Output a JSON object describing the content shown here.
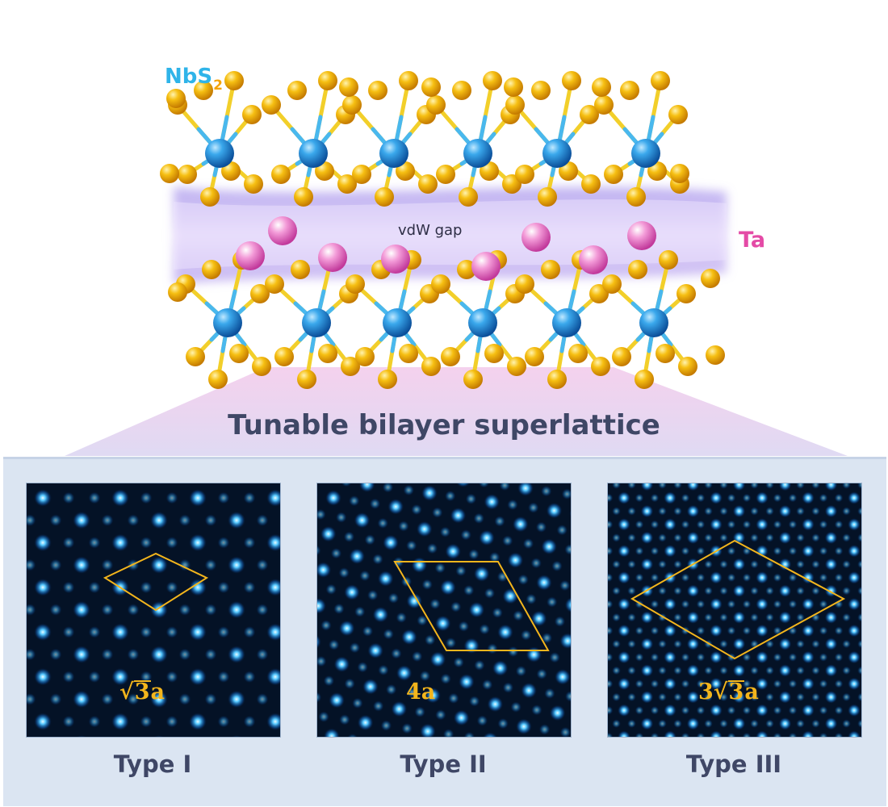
{
  "labels": {
    "nb": "NbS",
    "nb_sub": "2",
    "ta": "Ta",
    "vdw_gap": "vdW gap",
    "headline": "Tunable bilayer superlattice"
  },
  "panels": [
    {
      "type_label": "Type  I",
      "param_sqrt": "√",
      "param_radicand": "3",
      "param_suffix": "a",
      "param_prefix": ""
    },
    {
      "type_label": "Type  II",
      "param_sqrt": "",
      "param_radicand": "",
      "param_suffix": "4a",
      "param_prefix": ""
    },
    {
      "type_label": "Type III",
      "param_sqrt": "√",
      "param_radicand": "3",
      "param_suffix": "a",
      "param_prefix": "3"
    }
  ],
  "colors": {
    "nb_atom": "#1f8fdc",
    "s_atom": "#f5b80e",
    "ta_atom": "#ee6fbf",
    "gap": "#b48cf0",
    "outline": "#f3b51c",
    "headline": "#3f4766",
    "panel_bg": "#dbe5f2"
  }
}
